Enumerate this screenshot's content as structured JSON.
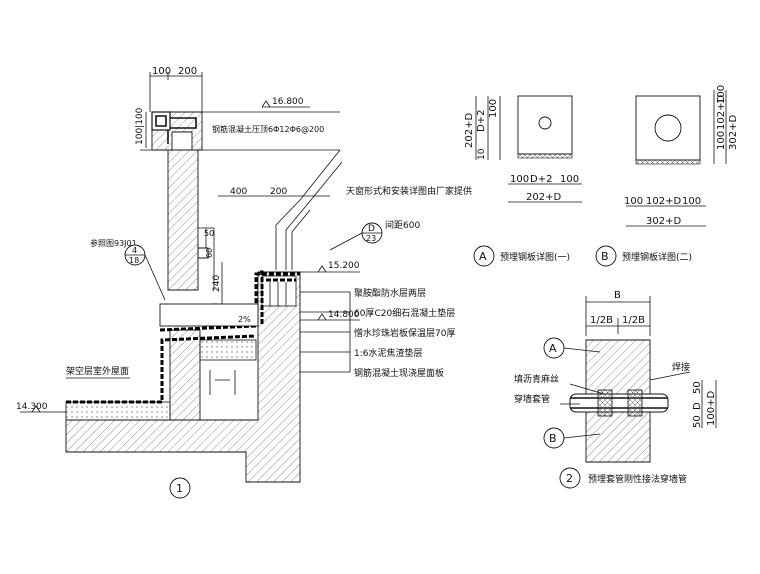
{
  "detail1": {
    "dims_top": [
      "100",
      "200"
    ],
    "dim_left": "100|100",
    "elev_top": "16.800",
    "cap_note": "钢筋混凝土压顶6Φ12Φ6@200",
    "skylight_note": "天窗形式和安装详图由厂家提供",
    "dim_400": "400",
    "dim_200a": "200",
    "index_ref_label": "参照图93J01",
    "index_ref_top": "4",
    "index_ref_bottom": "18",
    "d_ref_top": "D",
    "d_ref_bottom": "23",
    "spacing_note": "间距600",
    "elev_mid": "15.200",
    "elev_right": "14.800",
    "dim_50": "50",
    "dim_60": "60",
    "dim_240": "240",
    "dim_200b": "200",
    "slope": "2%",
    "layers": [
      "聚胺酯防水层两层",
      "60厚C20细石混凝土垫层",
      "憎水珍珠岩板保温层70厚",
      "1:6水泥焦渣垫层",
      "钢筋混凝土现浇屋面板"
    ],
    "roof_label": "架空层室外屋面",
    "elev_left": "14.300",
    "number": "1"
  },
  "plateA": {
    "vdims": [
      "202+D",
      "D+2",
      "100",
      "10"
    ],
    "hdims": [
      "100",
      "D+2",
      "100"
    ],
    "total": "202+D",
    "letter": "A",
    "caption": "预埋钢板详图(一)"
  },
  "plateB": {
    "vdims": [
      "302+D",
      "100",
      "102+D",
      "100"
    ],
    "hdims": [
      "100",
      "102+D",
      "100"
    ],
    "total": "302+D",
    "letter": "B",
    "caption": "预埋钢板详图(二)"
  },
  "detail2": {
    "B": "B",
    "halfB": "1/2B",
    "marker_a": "A",
    "marker_b": "B",
    "weld": "焊接",
    "fill_label": "填沥青麻丝",
    "pipe_label": "穿墙套管",
    "vdims": [
      "50",
      "D",
      "50"
    ],
    "total": "100+D",
    "number": "2",
    "caption": "预埋套管刚性接法穿墙管"
  }
}
